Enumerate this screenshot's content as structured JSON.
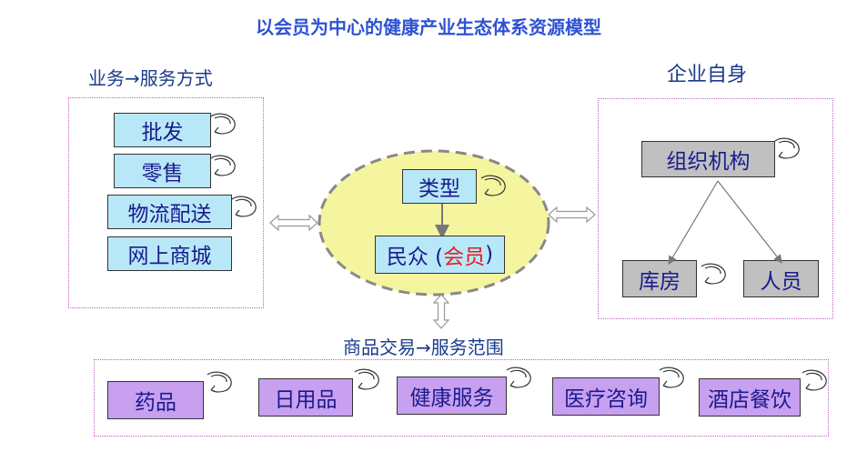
{
  "title": "以会员为中心的健康产业生态体系资源模型",
  "left_group": {
    "label": "业务→服务方式",
    "items": [
      "批发",
      "零售",
      "物流配送",
      "网上商城"
    ]
  },
  "right_group": {
    "label": "企业自身",
    "top": "组织机构",
    "children": [
      "库房",
      "人员"
    ]
  },
  "center": {
    "type_label": "类型",
    "people_label": "民众 (",
    "member_label": "会员",
    "people_suffix": ")"
  },
  "bottom_group": {
    "label": "商品交易→服务范围",
    "items": [
      "药品",
      "日用品",
      "健康服务",
      "医疗咨询",
      "酒店餐饮"
    ]
  },
  "colors": {
    "title": "#2e52d4",
    "cyan_box": "#b8e8f8",
    "violet_box": "#c8a0f0",
    "gray_box": "#c0c0c0",
    "ellipse_fill": "#f5f5a0",
    "member_text": "#e02020"
  }
}
